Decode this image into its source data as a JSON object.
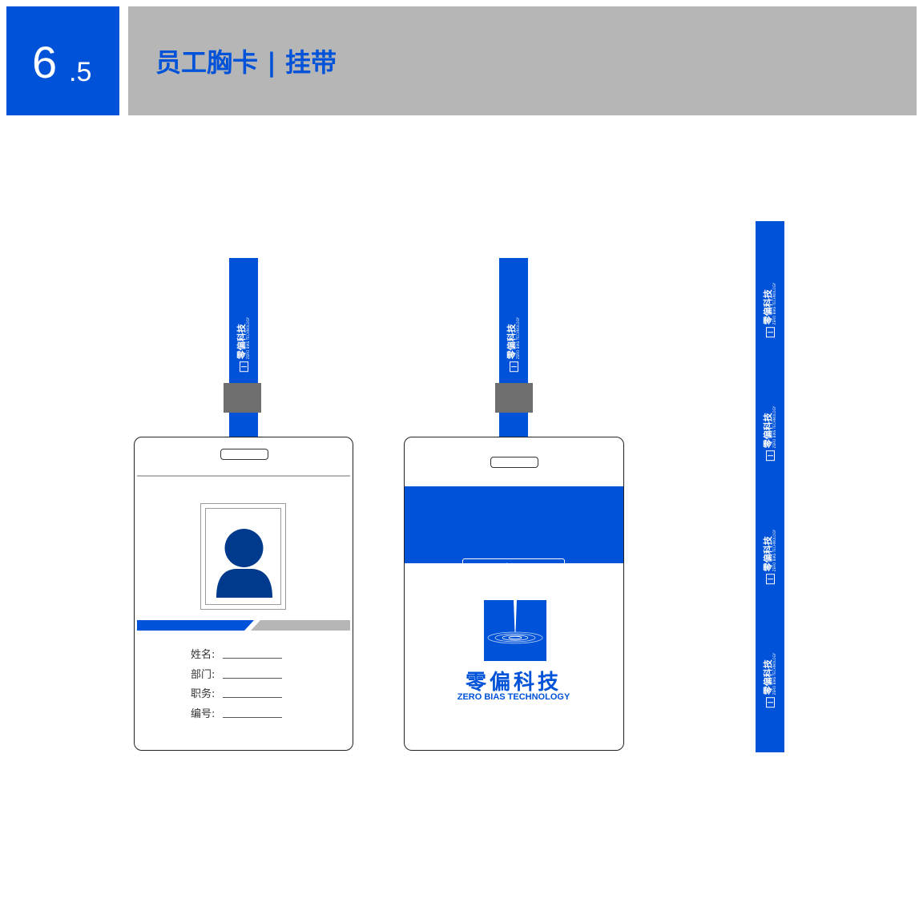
{
  "header": {
    "section_major": "6",
    "section_minor": ".5",
    "title": "员工胸卡 | 挂带"
  },
  "brand": {
    "name_cn": "零偏科技",
    "name_en": "ZERO BIAS TECHNOLOGY",
    "primary_color": "#0052d9",
    "gray_color": "#b6b6b6",
    "clip_color": "#6e6e6e",
    "avatar_color": "#003a8c"
  },
  "front_card": {
    "fields": [
      {
        "label": "姓名:"
      },
      {
        "label": "部门:"
      },
      {
        "label": "职务:"
      },
      {
        "label": "编号:"
      }
    ]
  },
  "back_card": {
    "badge_title": "工作证"
  }
}
